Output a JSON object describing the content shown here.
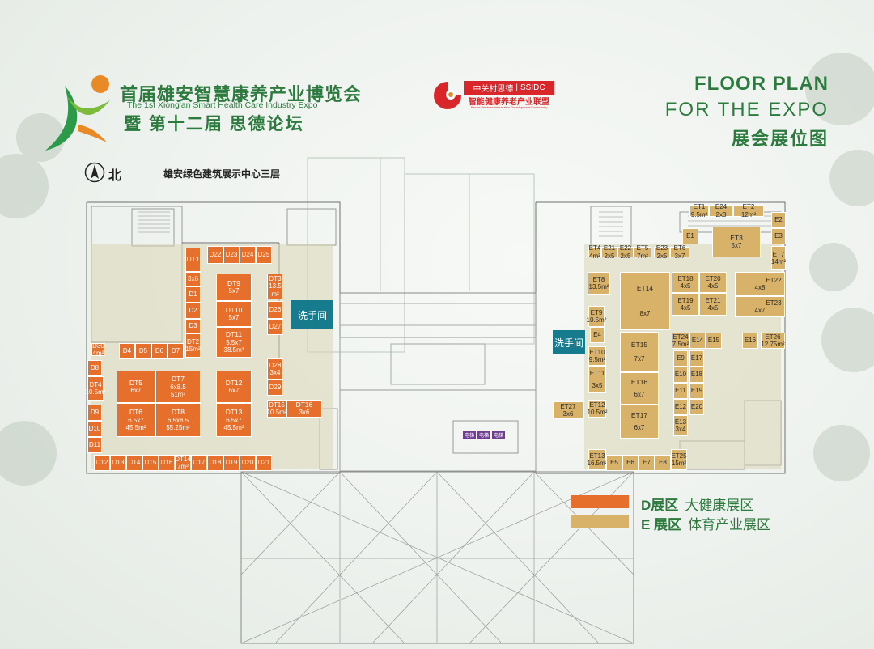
{
  "header": {
    "title_cn": "首届雄安智慧康养产业博览会",
    "title_en": "The 1st Xiong'an Smart Health Care Industry Expo",
    "subtitle_cn": "暨 第十二届 思德论坛",
    "partner_name_cn": "中关村思德",
    "partner_abbr": "SSIDC",
    "partner_alliance_cn": "智能健康养老产业联盟",
    "partner_tagline_en": "Senior Services Informatics Development Community",
    "floor_plan_1": "FLOOR PLAN",
    "floor_plan_2": "FOR THE EXPO",
    "floor_plan_cn": "展会展位图"
  },
  "map": {
    "north_label": "北",
    "floor_label": "雄安绿色建筑展示中心三层",
    "restroom_label": "洗手间",
    "elevator_label": "电梯"
  },
  "legend": {
    "d_zone": "D展区",
    "d_desc": "大健康展区",
    "e_zone": "E 展区",
    "e_desc": "体育产业展区"
  },
  "colors": {
    "d_zone": "#e66f2c",
    "e_zone": "#d9b26a",
    "brand_green": "#2c7a3e",
    "restroom": "#177b8e",
    "elevator": "#6e3f8e"
  },
  "booths": {
    "DT1": {
      "code": "DT1"
    },
    "D22": {
      "code": "D22"
    },
    "D23": {
      "code": "D23"
    },
    "D24": {
      "code": "D24"
    },
    "D25": {
      "code": "D25"
    },
    "DT1S": {
      "size": "3x6"
    },
    "D1": {
      "code": "D1"
    },
    "D2": {
      "code": "D2"
    },
    "D3": {
      "code": "D3"
    },
    "DT2": {
      "code": "DT2",
      "area": "15m²"
    },
    "DT9": {
      "code": "DT9",
      "size": "5x7"
    },
    "DT10": {
      "code": "DT10",
      "size": "5x7"
    },
    "DT11": {
      "code": "DT11",
      "size": "5.5x7",
      "area": "38.5m²"
    },
    "DT3": {
      "code": "DT3",
      "size": "13.5",
      "area": "m²"
    },
    "D26": {
      "code": "D26"
    },
    "D27": {
      "code": "D27"
    },
    "DT30": {
      "code": "D30",
      "area": "4m²"
    },
    "D4": {
      "code": "D4"
    },
    "D5": {
      "code": "D5"
    },
    "D6": {
      "code": "D6"
    },
    "D7": {
      "code": "D7"
    },
    "D8": {
      "code": "D8"
    },
    "DT4": {
      "code": "DT4",
      "area": "10.5m²"
    },
    "D9": {
      "code": "D9"
    },
    "D10": {
      "code": "D10"
    },
    "D11": {
      "code": "D11"
    },
    "DT5": {
      "code": "DT5",
      "size": "6x7"
    },
    "DT7": {
      "code": "DT7",
      "size": "6x8.5",
      "area": "51m²"
    },
    "DT6": {
      "code": "DT6",
      "size": "6.5x7",
      "area": "45.5m²"
    },
    "DT8": {
      "code": "DT8",
      "size": "6.5x8.5",
      "area": "55.25m²"
    },
    "DT12": {
      "code": "DT12",
      "size": "6x7"
    },
    "DT13": {
      "code": "DT13",
      "size": "6.5x7",
      "area": "45.5m²"
    },
    "D28": {
      "code": "D28",
      "size": "3x4"
    },
    "D29": {
      "code": "D29"
    },
    "DT15": {
      "code": "DT15",
      "area": "10.5m²"
    },
    "DT16": {
      "code": "DT16",
      "size": "3x6"
    },
    "D12": {
      "code": "D12"
    },
    "D13": {
      "code": "D13"
    },
    "D14": {
      "code": "D14"
    },
    "D15": {
      "code": "D15"
    },
    "D16": {
      "code": "D16"
    },
    "DT14": {
      "code": "DT14",
      "area": "7m²"
    },
    "D17": {
      "code": "D17"
    },
    "D18": {
      "code": "D18"
    },
    "D19": {
      "code": "D19"
    },
    "D20": {
      "code": "D20"
    },
    "D21": {
      "code": "D21"
    },
    "ET1": {
      "code": "ET1",
      "area": "9.5m²"
    },
    "E24": {
      "code": "E24",
      "size": "2x3"
    },
    "ET2": {
      "code": "ET2",
      "area": "12m²"
    },
    "E2": {
      "code": "E2"
    },
    "E1": {
      "code": "E1"
    },
    "ET3": {
      "code": "ET3",
      "size": "5x7"
    },
    "E3": {
      "code": "E3"
    },
    "ET4": {
      "code": "ET4",
      "area": "4m²"
    },
    "E21": {
      "code": "E21",
      "size": "2x5"
    },
    "E22": {
      "code": "E22",
      "size": "2x5"
    },
    "ET5": {
      "code": "ET5",
      "area": "7m²"
    },
    "E23": {
      "code": "E23",
      "size": "2x5"
    },
    "ET6": {
      "code": "ET6",
      "size": "3x7"
    },
    "ET7": {
      "code": "ET7",
      "area": "14m²"
    },
    "ET8": {
      "code": "ET8",
      "area": "13.5m²"
    },
    "ET14": {
      "code": "ET14",
      "size": "8x7"
    },
    "ET18": {
      "code": "ET18",
      "size": "4x5"
    },
    "ET20": {
      "code": "ET20",
      "size": "4x5"
    },
    "ET19": {
      "code": "ET19",
      "size": "4x5"
    },
    "ET21": {
      "code": "ET21",
      "size": "4x5"
    },
    "ET22": {
      "code": "ET22",
      "size": "4x8"
    },
    "ET23": {
      "code": "ET23",
      "size": "4x7"
    },
    "ET9": {
      "code": "ET9",
      "area": "10.5m²"
    },
    "E4": {
      "code": "E4"
    },
    "ET24": {
      "code": "ET24",
      "area": "7.5m²"
    },
    "E14": {
      "code": "E14"
    },
    "E15": {
      "code": "E15"
    },
    "E16": {
      "code": "E16"
    },
    "ET26": {
      "code": "ET26",
      "area": "12.75m²"
    },
    "ET10": {
      "code": "ET10",
      "area": "9.5m²"
    },
    "ET15": {
      "code": "ET15",
      "size": "7x7"
    },
    "E9": {
      "code": "E9"
    },
    "E17": {
      "code": "E17"
    },
    "ET11": {
      "code": "ET11",
      "size": "3x5"
    },
    "E10": {
      "code": "E10"
    },
    "E18": {
      "code": "E18"
    },
    "ET16": {
      "code": "ET16",
      "size": "6x7"
    },
    "E11": {
      "code": "E11"
    },
    "E19": {
      "code": "E19"
    },
    "ET12": {
      "code": "ET12",
      "area": "10.5m²"
    },
    "ET27": {
      "code": "ET27",
      "size": "3x6"
    },
    "E12": {
      "code": "E12"
    },
    "E20": {
      "code": "E20"
    },
    "ET17": {
      "code": "ET17",
      "size": "6x7"
    },
    "E13": {
      "code": "E13",
      "size": "3x4"
    },
    "ET13": {
      "code": "ET13",
      "area": "16.5m²"
    },
    "E5": {
      "code": "E5"
    },
    "E6": {
      "code": "E6"
    },
    "E7": {
      "code": "E7"
    },
    "E8": {
      "code": "E8"
    },
    "ET25": {
      "code": "ET25",
      "area": "15m²"
    }
  }
}
